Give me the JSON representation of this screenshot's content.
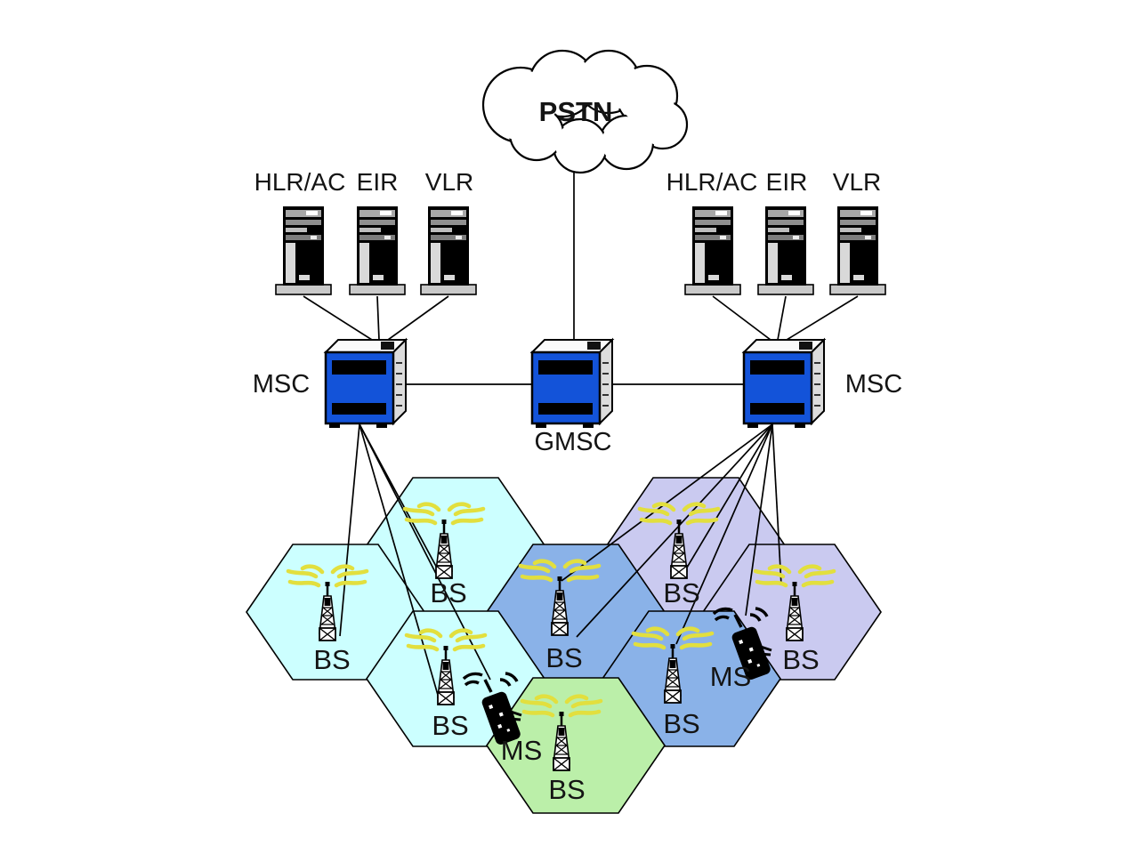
{
  "cloud": {
    "label": "PSTN"
  },
  "colors": {
    "cell_cyan": "#ccffff",
    "cell_blue": "#8ab2e8",
    "cell_lavender": "#cacaf0",
    "cell_green": "#bbefa9",
    "switch_blue": "#1353d9",
    "wave_yellow": "#e2df3e"
  },
  "server_groups": {
    "left": {
      "servers": [
        {
          "label": "HLR/AC"
        },
        {
          "label": "EIR"
        },
        {
          "label": "VLR"
        }
      ]
    },
    "right": {
      "servers": [
        {
          "label": "HLR/AC"
        },
        {
          "label": "EIR"
        },
        {
          "label": "VLR"
        }
      ]
    }
  },
  "switches": {
    "msc_left": {
      "label": "MSC"
    },
    "gmsc": {
      "label": "GMSC"
    },
    "msc_right": {
      "label": "MSC"
    }
  },
  "cells": [
    {
      "color": "cyan",
      "label": "BS"
    },
    {
      "color": "lavender",
      "label": "BS"
    },
    {
      "color": "cyan",
      "label": "BS"
    },
    {
      "color": "blue",
      "label": "BS"
    },
    {
      "color": "lavender",
      "label": "BS"
    },
    {
      "color": "cyan",
      "label": "BS"
    },
    {
      "color": "blue",
      "label": "BS"
    },
    {
      "color": "green",
      "label": "BS"
    }
  ],
  "mobiles": [
    {
      "label": "MS"
    },
    {
      "label": "MS"
    }
  ]
}
